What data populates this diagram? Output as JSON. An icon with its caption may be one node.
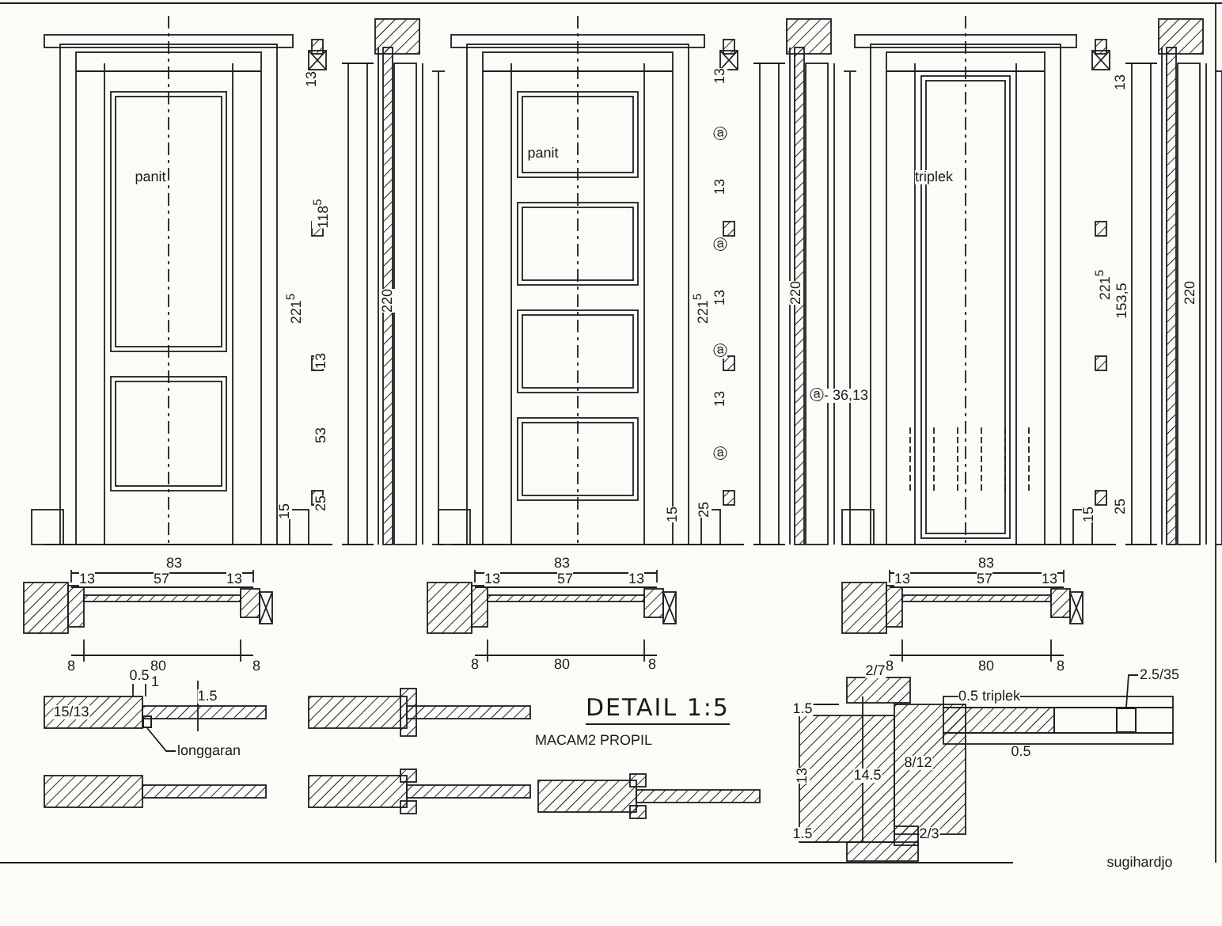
{
  "diagram": {
    "title": "DETAIL 1:5",
    "nodes": [
      {
        "text": [
          "longgaran"
        ]
      },
      {
        "text": [],
        "shape": "box"
      },
      {
        "text": [
          "2.5/35"
        ]
      },
      {
        "text": [],
        "shape": "box"
      }
    ],
    "edges": [
      {
        "from": 0,
        "to": 1,
        "arrow": "none"
      },
      {
        "from": 2,
        "to": 3,
        "arrow": "none"
      }
    ],
    "labels": [
      "panit",
      "13",
      "118$^{5}$",
      "221$^{5}$",
      "13",
      "53",
      "15",
      "25",
      "220",
      "panit",
      "13",
      "ⓐ",
      "13",
      "ⓐ",
      "13",
      "ⓐ",
      "13",
      "ⓐ",
      "221$^{5}$",
      "15",
      "25",
      "220",
      "triplek",
      "ⓐ- 36,13",
      "13",
      "221$^{5}$",
      "153,5",
      "15",
      "25",
      "220",
      "83",
      "13",
      "57",
      "13",
      "8",
      "80",
      "8",
      "83",
      "13",
      "57",
      "13",
      "8",
      "80",
      "8",
      "83",
      "13",
      "57",
      "13",
      "8",
      "80",
      "8",
      "0.5",
      "1",
      "1.5",
      "15/13",
      "MACAM2 PROPIL",
      "2/7",
      "1.5",
      "0.5 triplek",
      "13",
      "14.5",
      "8/12",
      "0.5",
      "1.5",
      "2/3",
      "sugihardjo"
    ]
  }
}
